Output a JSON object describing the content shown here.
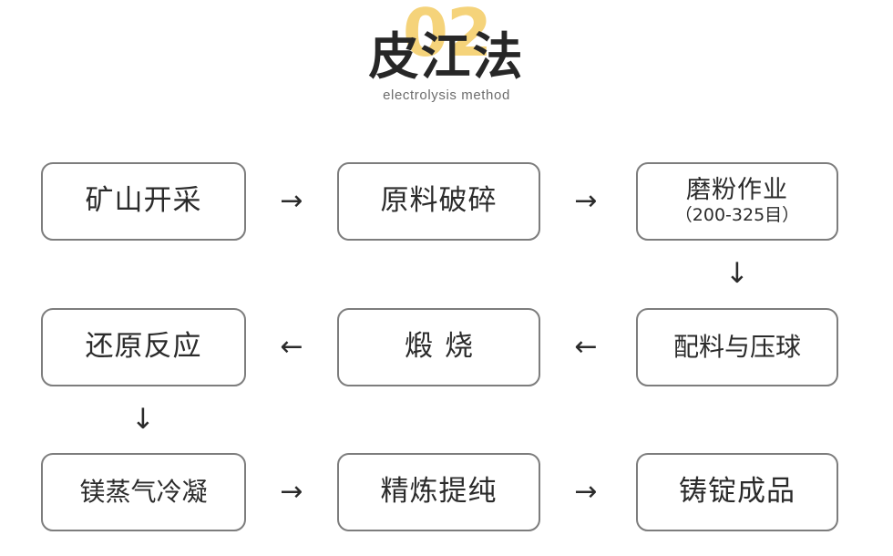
{
  "header": {
    "badge_number": "02",
    "title": "皮江法",
    "subtitle": "electrolysis method",
    "badge_color": "#f5d37a",
    "title_color": "#272727",
    "subtitle_color": "#6d6d6d"
  },
  "flow": {
    "box_border_color": "#7d7d7d",
    "text_color": "#2b2b2b",
    "rows": [
      {
        "direction": "right",
        "boxes": [
          {
            "line1": "矿山开采",
            "line2": ""
          },
          {
            "line1": "原料破碎",
            "line2": ""
          },
          {
            "line1": "磨粉作业",
            "line2": "（200-325目）"
          }
        ],
        "arrows": [
          "→",
          "→"
        ]
      },
      {
        "direction": "left",
        "boxes": [
          {
            "line1": "还原反应",
            "line2": ""
          },
          {
            "line1": "煅烧",
            "line2": ""
          },
          {
            "line1": "配料与压球",
            "line2": ""
          }
        ],
        "arrows": [
          "←",
          "←"
        ]
      },
      {
        "direction": "right",
        "boxes": [
          {
            "line1": "镁蒸气冷凝",
            "line2": ""
          },
          {
            "line1": "精炼提纯",
            "line2": ""
          },
          {
            "line1": "铸锭成品",
            "line2": ""
          }
        ],
        "arrows": [
          "→",
          "→"
        ]
      }
    ],
    "connectors": [
      {
        "glyph": "↓",
        "name": "connector-row1-to-row2-right"
      },
      {
        "glyph": "↓",
        "name": "connector-row2-to-row3-left"
      }
    ]
  }
}
